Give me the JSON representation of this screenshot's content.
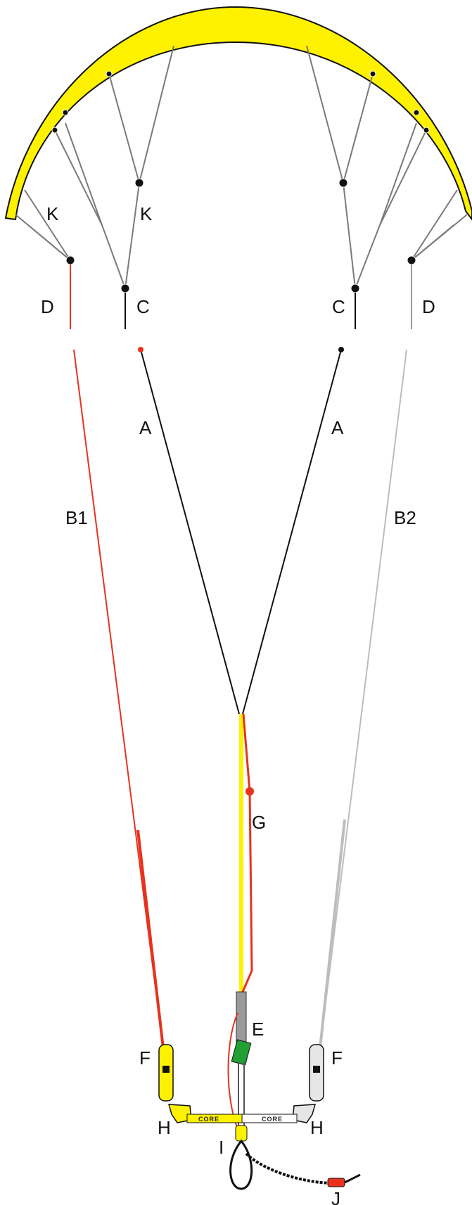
{
  "labels": {
    "K_left": "K",
    "K_inner_left": "K",
    "D_left": "D",
    "C_left": "C",
    "C_right": "C",
    "D_right": "D",
    "A_left": "A",
    "A_right": "A",
    "B1": "B1",
    "B2": "B2",
    "G": "G",
    "E": "E",
    "F_left": "F",
    "F_right": "F",
    "H_left": "H",
    "H_right": "H",
    "I": "I",
    "J": "J"
  },
  "bar": {
    "brand_left": "CORE",
    "brand_right": "CORE"
  },
  "colors": {
    "canopy": "#fff200",
    "front_line": "#111111",
    "back_line_left": "#e8321e",
    "back_line_right": "#bdbdbd",
    "bridle": "#707070",
    "depower": "#fff200",
    "leash": "#e8321e"
  }
}
